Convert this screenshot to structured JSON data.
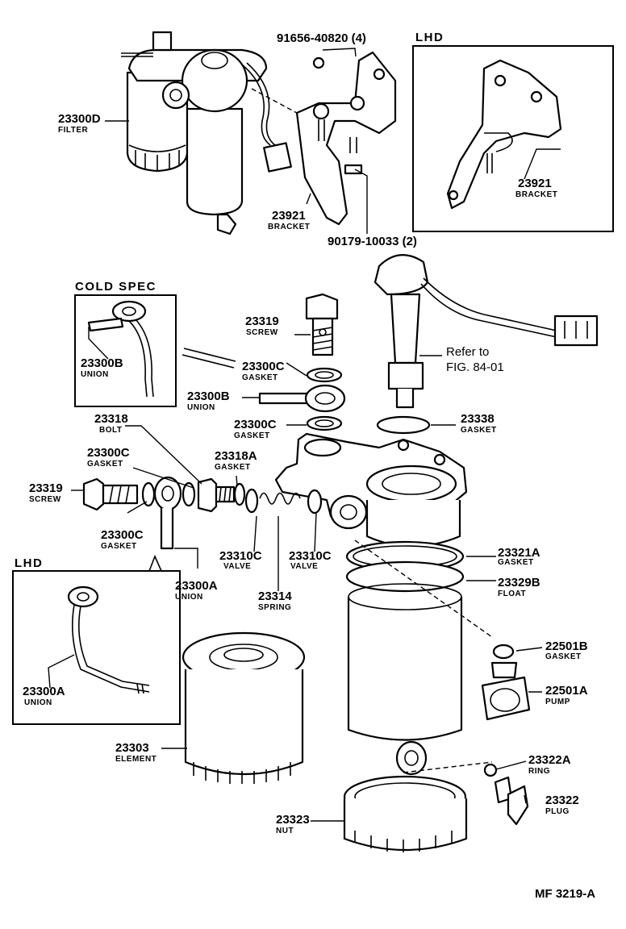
{
  "insets": {
    "lhd_top": "LHD",
    "cold_spec": "COLD SPEC",
    "lhd_bottom": "LHD"
  },
  "parts": {
    "p_91656": {
      "number": "91656-40820 (4)",
      "name": ""
    },
    "p_23300D": {
      "number": "23300D",
      "name": "FILTER"
    },
    "p_23921_main": {
      "number": "23921",
      "name": "BRACKET"
    },
    "p_23921_lhd": {
      "number": "23921",
      "name": "BRACKET"
    },
    "p_90179": {
      "number": "90179-10033 (2)",
      "name": ""
    },
    "p_23300B_cold": {
      "number": "23300B",
      "name": "UNION"
    },
    "p_23319_top": {
      "number": "23319",
      "name": "SCREW"
    },
    "p_23300C_top": {
      "number": "23300C",
      "name": "GASKET"
    },
    "p_23300B_main": {
      "number": "23300B",
      "name": "UNION"
    },
    "p_23300C_mid": {
      "number": "23300C",
      "name": "GASKET"
    },
    "p_23338": {
      "number": "23338",
      "name": "GASKET"
    },
    "p_23318": {
      "number": "23318",
      "name": "BOLT"
    },
    "p_23300C_left": {
      "number": "23300C",
      "name": "GASKET"
    },
    "p_23318A": {
      "number": "23318A",
      "name": "GASKET"
    },
    "p_23319_left": {
      "number": "23319",
      "name": "SCREW"
    },
    "p_23300C_low": {
      "number": "23300C",
      "name": "GASKET"
    },
    "p_23310C_a": {
      "number": "23310C",
      "name": "VALVE"
    },
    "p_23310C_b": {
      "number": "23310C",
      "name": "VALVE"
    },
    "p_23321A": {
      "number": "23321A",
      "name": "GASKET"
    },
    "p_23300A_main": {
      "number": "23300A",
      "name": "UNION"
    },
    "p_23314": {
      "number": "23314",
      "name": "SPRING"
    },
    "p_23329B": {
      "number": "23329B",
      "name": "FLOAT"
    },
    "p_22501B": {
      "number": "22501B",
      "name": "GASKET"
    },
    "p_23300A_lhd": {
      "number": "23300A",
      "name": "UNION"
    },
    "p_22501A": {
      "number": "22501A",
      "name": "PUMP"
    },
    "p_23303": {
      "number": "23303",
      "name": "ELEMENT"
    },
    "p_23322A": {
      "number": "23322A",
      "name": "RING"
    },
    "p_23322": {
      "number": "23322",
      "name": "PLUG"
    },
    "p_23323": {
      "number": "23323",
      "name": "NUT"
    }
  },
  "reference": {
    "line1": "Refer to",
    "line2": "FIG. 84-01"
  },
  "figure_id": "MF 3219-A"
}
